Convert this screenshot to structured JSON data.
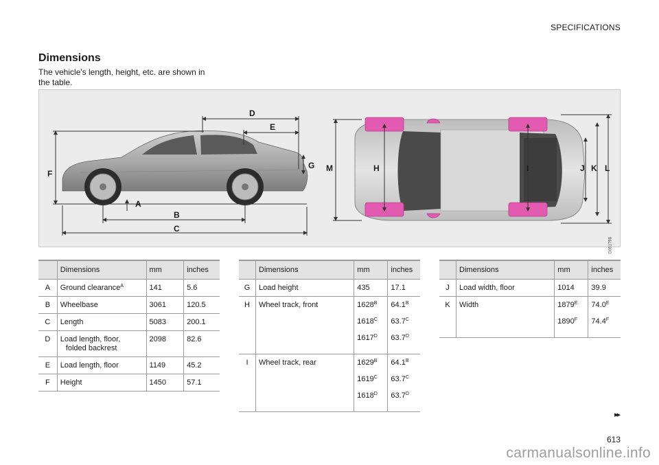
{
  "header": {
    "section": "SPECIFICATIONS"
  },
  "title": "Dimensions",
  "intro": "The vehicle's length, height, etc. are shown in the table.",
  "figure": {
    "ref_code": "G061798",
    "side_labels": {
      "A": "A",
      "B": "B",
      "C": "C",
      "D": "D",
      "E": "E",
      "F": "F",
      "G": "G"
    },
    "top_labels": {
      "H": "H",
      "I": "I",
      "J": "J",
      "K": "K",
      "L": "L",
      "M": "M"
    }
  },
  "tables": [
    {
      "headers": {
        "key": "",
        "dim": "Dimensions",
        "mm": "mm",
        "in": "inches"
      },
      "rows": [
        {
          "key": "A",
          "dim": "Ground clearance",
          "dim_sup": "A",
          "dim2": "",
          "mm": [
            {
              "v": "141",
              "s": ""
            }
          ],
          "in": [
            {
              "v": "5.6",
              "s": ""
            }
          ]
        },
        {
          "key": "B",
          "dim": "Wheelbase",
          "dim_sup": "",
          "dim2": "",
          "mm": [
            {
              "v": "3061",
              "s": ""
            }
          ],
          "in": [
            {
              "v": "120.5",
              "s": ""
            }
          ]
        },
        {
          "key": "C",
          "dim": "Length",
          "dim_sup": "",
          "dim2": "",
          "mm": [
            {
              "v": "5083",
              "s": ""
            }
          ],
          "in": [
            {
              "v": "200.1",
              "s": ""
            }
          ]
        },
        {
          "key": "D",
          "dim": "Load length, floor,",
          "dim_sup": "",
          "dim2": "folded backrest",
          "mm": [
            {
              "v": "2098",
              "s": ""
            }
          ],
          "in": [
            {
              "v": "82.6",
              "s": ""
            }
          ]
        },
        {
          "key": "E",
          "dim": "Load length, floor",
          "dim_sup": "",
          "dim2": "",
          "mm": [
            {
              "v": "1149",
              "s": ""
            }
          ],
          "in": [
            {
              "v": "45.2",
              "s": ""
            }
          ]
        },
        {
          "key": "F",
          "dim": "Height",
          "dim_sup": "",
          "dim2": "",
          "mm": [
            {
              "v": "1450",
              "s": ""
            }
          ],
          "in": [
            {
              "v": "57.1",
              "s": ""
            }
          ]
        }
      ]
    },
    {
      "headers": {
        "key": "",
        "dim": "Dimensions",
        "mm": "mm",
        "in": "inches"
      },
      "rows": [
        {
          "key": "G",
          "dim": "Load height",
          "dim_sup": "",
          "dim2": "",
          "mm": [
            {
              "v": "435",
              "s": ""
            }
          ],
          "in": [
            {
              "v": "17.1",
              "s": ""
            }
          ]
        },
        {
          "key": "H",
          "dim": "Wheel track, front",
          "dim_sup": "",
          "dim2": "",
          "mm": [
            {
              "v": "1628",
              "s": "B"
            },
            {
              "v": "1618",
              "s": "C"
            },
            {
              "v": "1617",
              "s": "D"
            }
          ],
          "in": [
            {
              "v": "64.1",
              "s": "B"
            },
            {
              "v": "63.7",
              "s": "C"
            },
            {
              "v": "63.7",
              "s": "D"
            }
          ]
        },
        {
          "key": "I",
          "dim": "Wheel track, rear",
          "dim_sup": "",
          "dim2": "",
          "mm": [
            {
              "v": "1629",
              "s": "B"
            },
            {
              "v": "1619",
              "s": "C"
            },
            {
              "v": "1618",
              "s": "D"
            }
          ],
          "in": [
            {
              "v": "64.1",
              "s": "B"
            },
            {
              "v": "63.7",
              "s": "C"
            },
            {
              "v": "63.7",
              "s": "D"
            }
          ]
        }
      ]
    },
    {
      "headers": {
        "key": "",
        "dim": "Dimensions",
        "mm": "mm",
        "in": "inches"
      },
      "rows": [
        {
          "key": "J",
          "dim": "Load width, floor",
          "dim_sup": "",
          "dim2": "",
          "mm": [
            {
              "v": "1014",
              "s": ""
            }
          ],
          "in": [
            {
              "v": "39.9",
              "s": ""
            }
          ]
        },
        {
          "key": "K",
          "dim": "Width",
          "dim_sup": "",
          "dim2": "",
          "mm": [
            {
              "v": "1879",
              "s": "E"
            },
            {
              "v": "1890",
              "s": "F"
            }
          ],
          "in": [
            {
              "v": "74.0",
              "s": "E"
            },
            {
              "v": "74.4",
              "s": "F"
            }
          ]
        }
      ]
    }
  ],
  "footer": {
    "next_arrows": "▸▸",
    "page_number": "613",
    "watermark": "carmanualsonline.info"
  },
  "colors": {
    "wheel_marker": "#e35bb0",
    "figure_bg": "#ececec",
    "header_bg": "#e3e3e3"
  }
}
